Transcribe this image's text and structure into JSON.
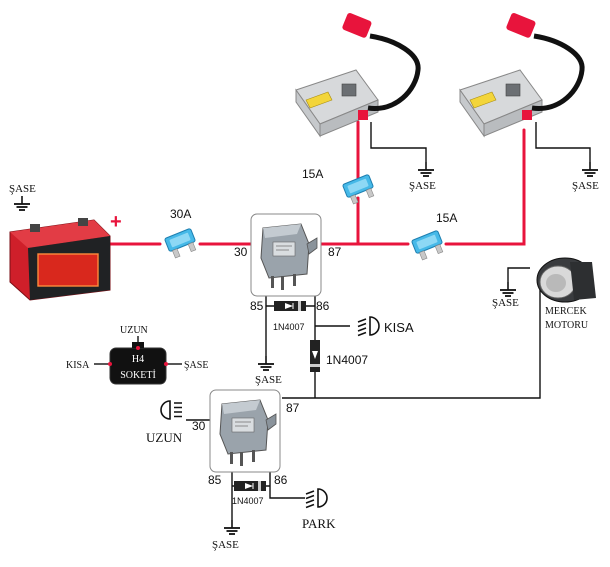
{
  "labels": {
    "fuse_main": "30A",
    "fuse_ballast": "15A",
    "fuse_right": "15A",
    "battery_plus": "+",
    "battery_ground": "ŞASE",
    "ballast1_ground": "ŞASE",
    "ballast2_ground": "ŞASE",
    "relay1_pin30": "30",
    "relay1_pin87": "87",
    "relay1_pin85": "85",
    "relay1_pin86": "86",
    "relay1_ground": "ŞASE",
    "diode1": "1N4007",
    "diode2": "1N4007",
    "diode3": "1N4007",
    "kisa": "KISA",
    "socket_line1": "H4",
    "socket_line2": "SOKETİ",
    "socket_uzun": "UZUN",
    "socket_kisa": "KISA",
    "socket_sase": "ŞASE",
    "relay2_pin30": "30",
    "relay2_pin87": "87",
    "relay2_pin85": "85",
    "relay2_pin86": "86",
    "relay2_ground": "ŞASE",
    "uzun": "UZUN",
    "park": "PARK",
    "motor_line1": "MERCEK",
    "motor_line2": "MOTORU",
    "motor_ground": "ŞASE"
  },
  "colors": {
    "power_wire": "#e8143c",
    "signal_wire": "#111111",
    "fuse": "#3fb6e6"
  },
  "icons": {
    "low_beam": "low-beam-headlight-icon",
    "high_beam": "high-beam-headlight-icon",
    "park": "parking-light-icon",
    "ground": "ground-symbol-icon"
  }
}
